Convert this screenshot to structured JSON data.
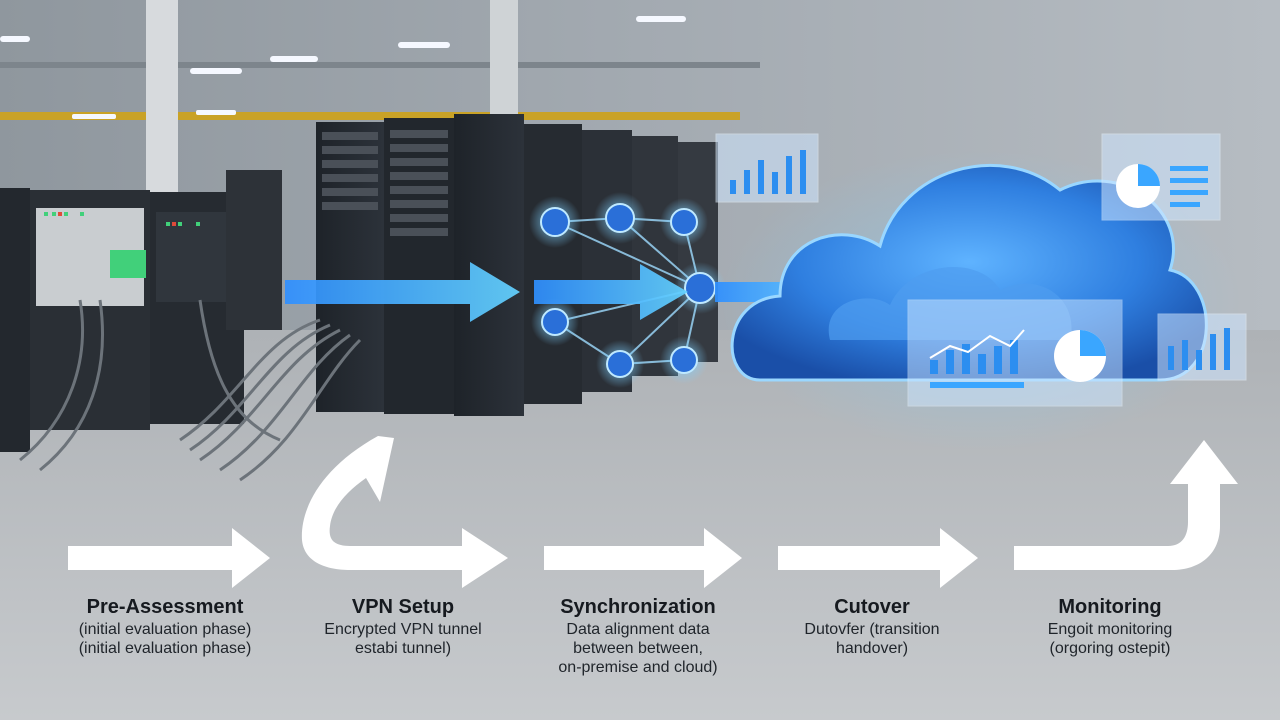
{
  "steps": [
    {
      "title": "Pre-Assessment",
      "desc": "(initial evaluation phase)\n(initial evaluation phase)"
    },
    {
      "title": "VPN Setup",
      "desc": "Encrypted VPN tunnel\nestabi tunnel)"
    },
    {
      "title": "Synchronization",
      "desc": "Data alignment data\nbetween between,\non-premise and cloud)"
    },
    {
      "title": "Cutover",
      "desc": "Dutovfer (transition\nhandover)"
    },
    {
      "title": "Monitoring",
      "desc": "Engoit monitoring\n(orgoring ostepit)"
    }
  ],
  "icons": {
    "cloud": "cloud-icon",
    "servers": "server-rack-icon",
    "network": "network-node-icon",
    "dashboard": "dashboard-chart-icon"
  },
  "colors": {
    "accent_blue": "#3aa6ff",
    "cloud_blue": "#2e7fe0",
    "arrow_white": "#ffffff",
    "text_dark": "#161a1f"
  }
}
